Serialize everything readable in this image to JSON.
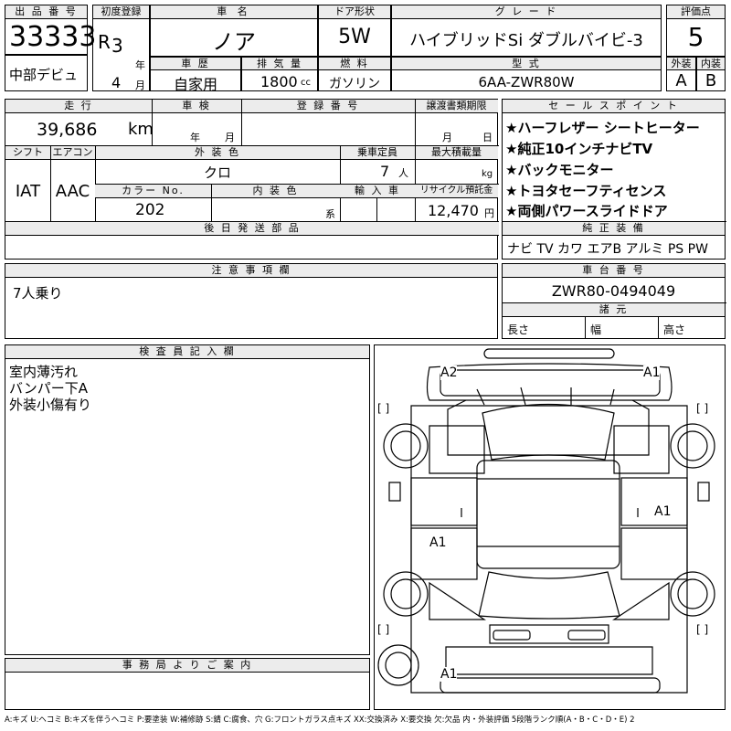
{
  "header": {
    "lot_label": "出 品 番 号",
    "lot_number": "33333",
    "first_reg_label": "初度登録",
    "era": "R",
    "reg_year": "3",
    "year_unit": "年",
    "reg_month": "4",
    "month_unit": "月",
    "debut": "中部デビュ",
    "car_name_label": "車 名",
    "car_name": "ノア",
    "door_label": "ドア形状",
    "door_value": "5W",
    "grade_label": "グ レ ー ド",
    "grade_value": "ハイブリッドSi ダブルバイビ-3",
    "score_label": "評価点",
    "score_value": "5",
    "history_label": "車 歴",
    "history_value": "自家用",
    "displacement_label": "排 気 量",
    "displacement_value": "1800",
    "displacement_unit": "cc",
    "fuel_label": "燃 料",
    "fuel_value": "ガソリン",
    "model_label": "型 式",
    "model_value": "6AA-ZWR80W",
    "exterior_label": "外装",
    "interior_label": "内装",
    "exterior_grade": "A",
    "interior_grade": "B"
  },
  "row2": {
    "mileage_label": "走 行",
    "mileage_value": "39,686",
    "mileage_unit": "km",
    "inspection_label": "車 検",
    "inspection_year": "年",
    "inspection_month": "月",
    "plate_label": "登 録 番 号",
    "transfer_label": "譲渡書類期限",
    "transfer_month": "月",
    "transfer_day": "日",
    "shift_label": "シフト",
    "shift_value": "IAT",
    "ac_label": "エアコン",
    "ac_value": "AAC",
    "color_label": "外 装 色",
    "color_value": "クロ",
    "capacity_label": "乗車定員",
    "capacity_value": "7",
    "capacity_unit": "人",
    "load_label": "最大積載量",
    "load_unit": "kg",
    "color_no_label": "カラー No.",
    "color_no_value": "202",
    "interior_color_label": "内 装 色",
    "interior_color_unit": "系",
    "import_label": "輸 入 車",
    "recycle_label": "リサイクル預託金",
    "recycle_value": "12,470",
    "recycle_unit": "円",
    "later_label": "後 日 発 送 部 品"
  },
  "sales": {
    "label": "セ ー ル ス ポ イ ン ト",
    "points": [
      "★ハーフレザー シートヒーター",
      "★純正10インチナビTV",
      "★バックモニター",
      "★トヨタセーフティセンス",
      "★両側パワースライドドア"
    ],
    "equip_label": "純 正 装 備",
    "equip_value": "ナビ TV カワ エアB アルミ PS PW"
  },
  "notes": {
    "label": "注 意 事 項 欄",
    "value": "7人乗り"
  },
  "chassis": {
    "label": "車 台 番 号",
    "value": "ZWR80-0494049",
    "dims_label": "諸 元",
    "length_label": "長さ",
    "width_label": "幅",
    "height_label": "高さ"
  },
  "inspector": {
    "label": "検 査 員 記 入 欄",
    "lines": [
      "室内薄汚れ",
      "バンパー下A",
      "外装小傷有り"
    ]
  },
  "office": {
    "label": "事 務 局 よ り ご 案 内"
  },
  "diagram": {
    "marks": [
      "A2",
      "A1",
      "A1",
      "A1",
      "A1"
    ],
    "bracket": "[ ]"
  },
  "legend": "A:キズ U:ヘコミ B:キズを伴うヘコミ P:要塗装 W:補修跡 S:錆 C:腐食、穴 G:フロントガラス点キズ XX:交換済み X:要交換 欠:欠品 内・外装評価 5段階ランク順(A・B・C・D・E) 2"
}
